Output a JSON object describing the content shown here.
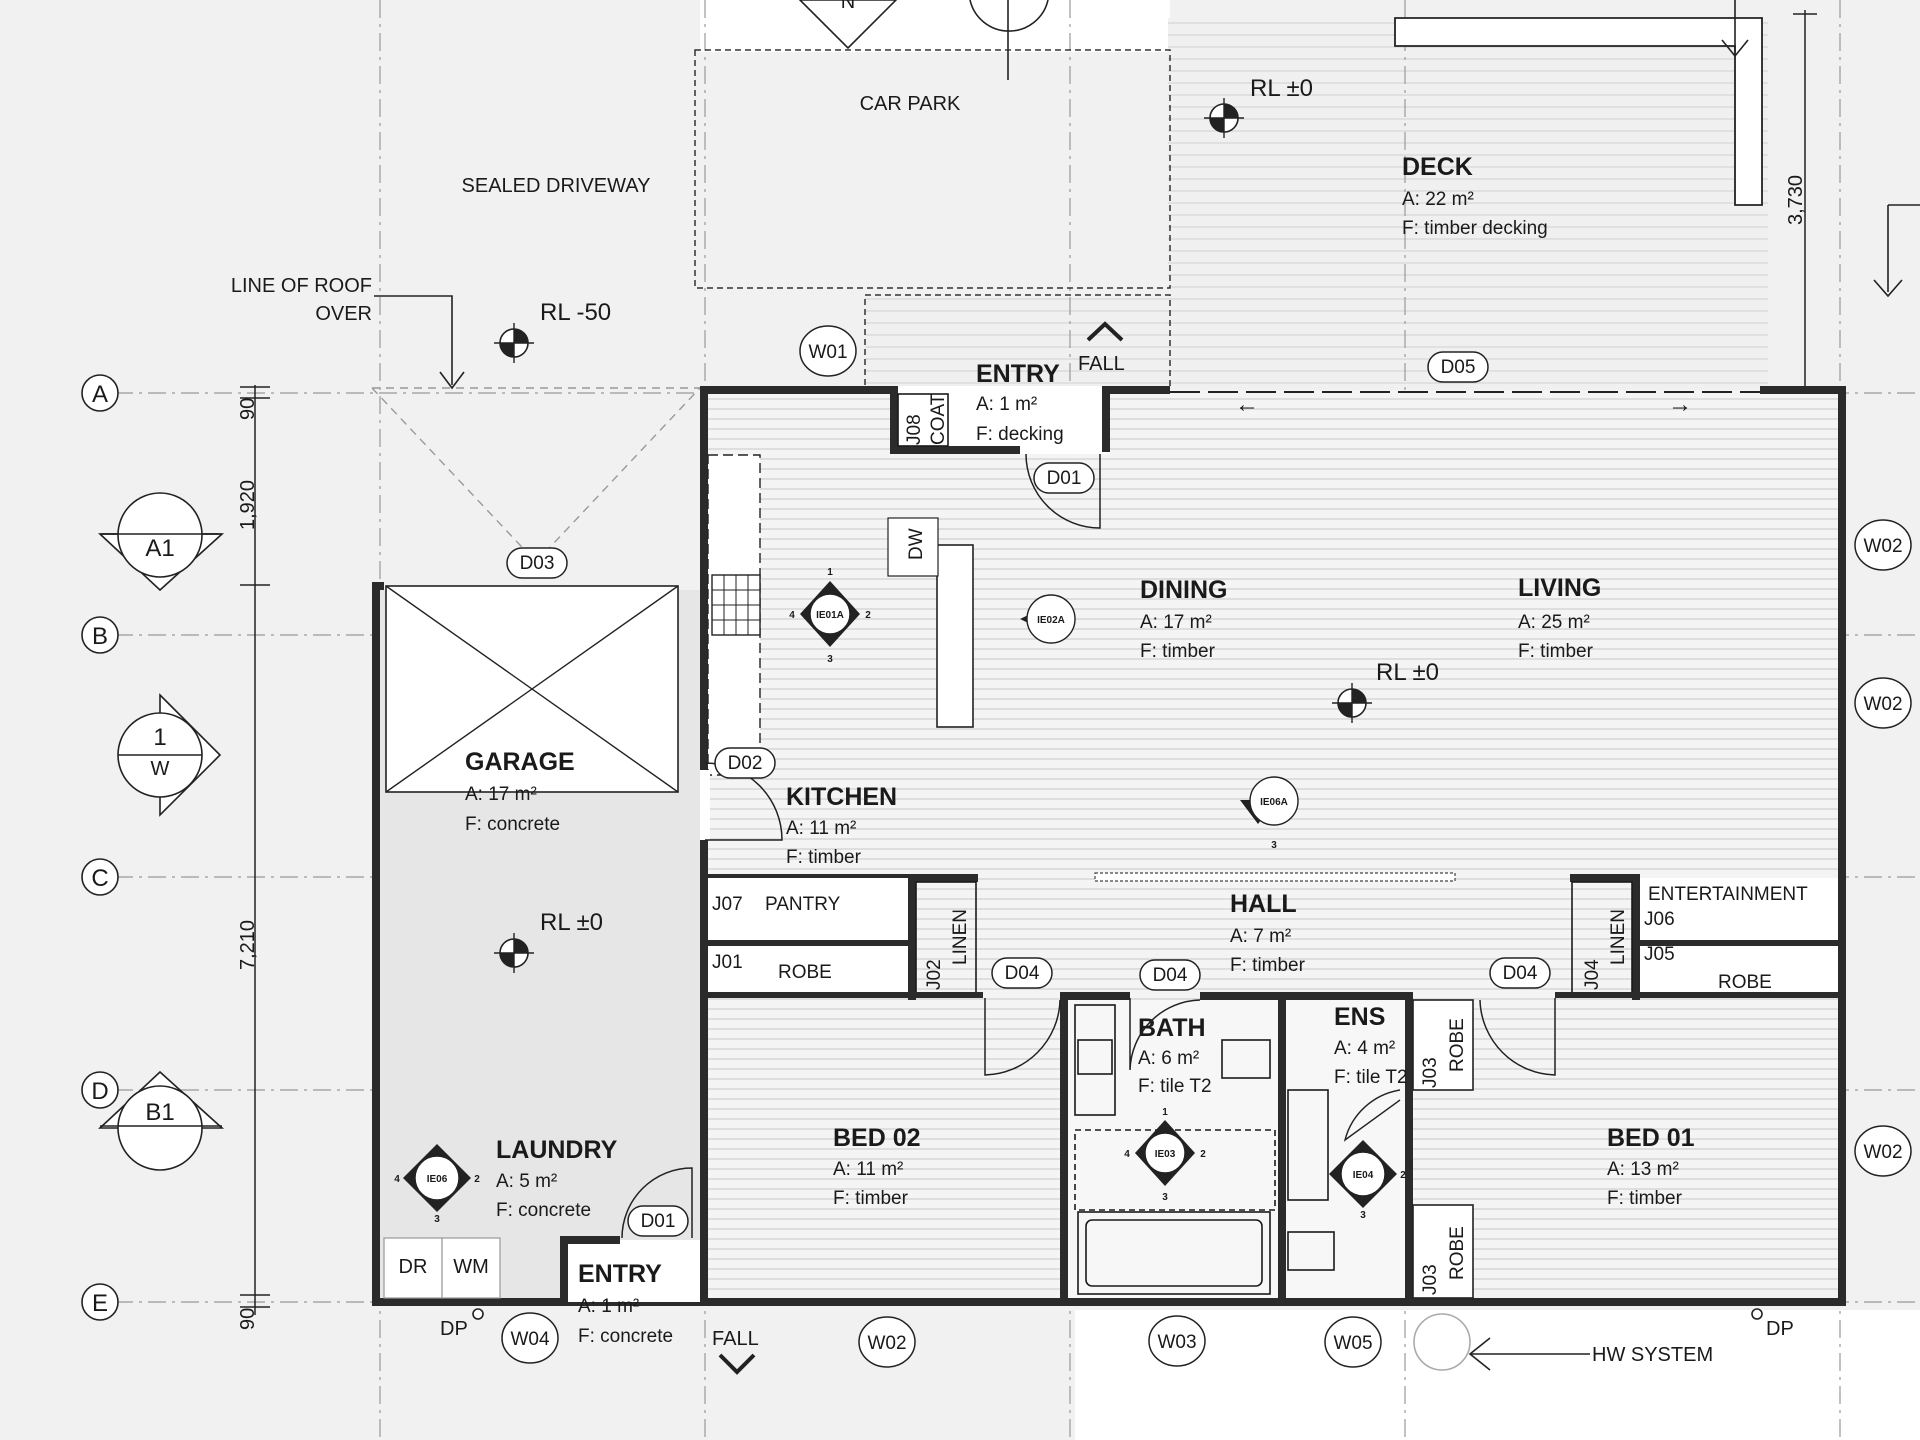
{
  "site": {
    "sealed_driveway": "SEALED DRIVEWAY",
    "car_park": "CAR PARK",
    "line_of_roof": "LINE OF ROOF",
    "line_of_roof_2": "OVER",
    "hw_system": "HW SYSTEM",
    "fall": "FALL",
    "dp": "DP"
  },
  "levels": {
    "rl_deck": "RL ±0",
    "rl_driveway": "RL -50",
    "rl_living": "RL ±0",
    "rl_garage": "RL ±0"
  },
  "rooms": {
    "deck": {
      "name": "DECK",
      "area": "A: 22 m²",
      "finish": "F: timber decking"
    },
    "entry_front": {
      "name": "ENTRY",
      "area": "A: 1 m²",
      "finish": "F: decking"
    },
    "dining": {
      "name": "DINING",
      "area": "A: 17 m²",
      "finish": "F: timber"
    },
    "living": {
      "name": "LIVING",
      "area": "A: 25 m²",
      "finish": "F: timber"
    },
    "garage": {
      "name": "GARAGE",
      "area": "A: 17 m²",
      "finish": "F: concrete"
    },
    "kitchen": {
      "name": "KITCHEN",
      "area": "A: 11 m²",
      "finish": "F: timber"
    },
    "hall": {
      "name": "HALL",
      "area": "A: 7 m²",
      "finish": "F: timber"
    },
    "bath": {
      "name": "BATH",
      "area": "A: 6 m²",
      "finish": "F: tile T2"
    },
    "ens": {
      "name": "ENS",
      "area": "A: 4 m²",
      "finish": "F: tile T2"
    },
    "bed02": {
      "name": "BED 02",
      "area": "A: 11 m²",
      "finish": "F: timber"
    },
    "bed01": {
      "name": "BED 01",
      "area": "A: 13 m²",
      "finish": "F: timber"
    },
    "laundry": {
      "name": "LAUNDRY",
      "area": "A: 5 m²",
      "finish": "F: concrete"
    },
    "entry_rear": {
      "name": "ENTRY",
      "area": "A: 1 m²",
      "finish": "F: concrete"
    }
  },
  "joinery": {
    "j07": "J07",
    "pantry": "PANTRY",
    "j01": "J01",
    "robe_left": "ROBE",
    "j02": "J02",
    "linen_left": "LINEN",
    "j04": "J04",
    "linen_right": "LINEN",
    "j06": "J06",
    "entertainment": "ENTERTAINMENT",
    "j05": "J05",
    "robe_right": "ROBE",
    "j03a": "J03",
    "robe_ens": "ROBE",
    "j03b": "J03",
    "robe_bed01": "ROBE",
    "j08": "J08",
    "coat": "COAT",
    "dw": "DW",
    "dr": "DR",
    "wm": "WM"
  },
  "grid_lines": [
    "A",
    "B",
    "C",
    "D",
    "E"
  ],
  "dimensions": {
    "d90_top": "90",
    "d1920": "1,920",
    "d7210": "7,210",
    "d90_bottom": "90",
    "d3730": "3,730"
  },
  "section_markers": {
    "a1": "A1",
    "b1": "B1",
    "elev_num": "1",
    "elev_dir": "W"
  },
  "north": "N",
  "tags": {
    "w01": "W01",
    "w02_r1": "W02",
    "w02_r2": "W02",
    "w02_r3": "W02",
    "w02_bottom": "W02",
    "w03": "W03",
    "w04": "W04",
    "w05": "W05",
    "d01_front": "D01",
    "d01_rear": "D01",
    "d02": "D02",
    "d03": "D03",
    "d04_a": "D04",
    "d04_b": "D04",
    "d04_c": "D04",
    "d05": "D05"
  },
  "elevation_tags": {
    "ie01a": "IE01A",
    "ie02a": "IE02A",
    "ie03": "IE03",
    "ie04": "IE04",
    "ie06": "IE06",
    "ie06a": "IE06A"
  },
  "elevation_nums": {
    "n1": "1",
    "n2": "2",
    "n3": "3",
    "n4": "4"
  }
}
